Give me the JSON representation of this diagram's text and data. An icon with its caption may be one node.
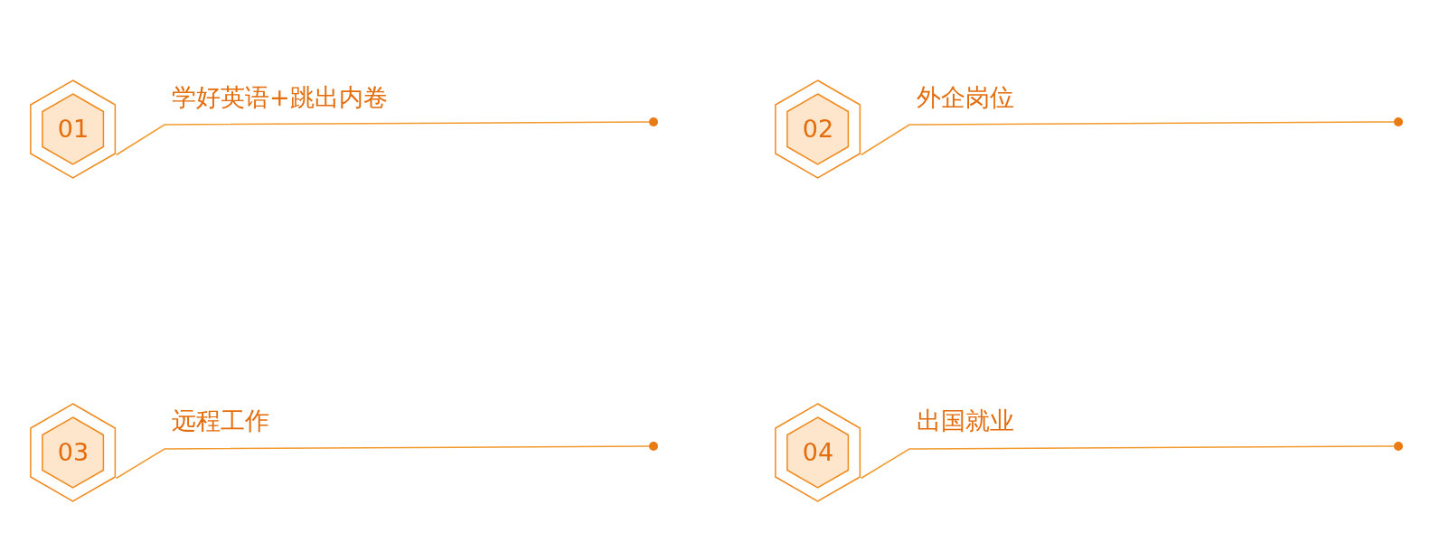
{
  "diagram": {
    "nodes": [
      {
        "text": [
          "01"
        ],
        "beside": [
          "学好英语+跳出内卷"
        ]
      },
      {
        "text": [],
        "shape": "circle"
      },
      {
        "text": [
          "02"
        ],
        "beside": [
          "外企岗位"
        ]
      },
      {
        "text": [],
        "shape": "circle"
      },
      {
        "text": [
          "03"
        ],
        "beside": [
          "远程工作"
        ]
      },
      {
        "text": [],
        "shape": "circle"
      },
      {
        "text": [
          "04"
        ],
        "beside": [
          "出国就业"
        ]
      },
      {
        "text": [],
        "shape": "circle"
      }
    ],
    "edges": [
      {
        "from": 0,
        "to": 1,
        "arrow": "none"
      },
      {
        "from": 2,
        "to": 3,
        "arrow": "none"
      },
      {
        "from": 4,
        "to": 5,
        "arrow": "none"
      },
      {
        "from": 6,
        "to": 7,
        "arrow": "none"
      }
    ]
  }
}
